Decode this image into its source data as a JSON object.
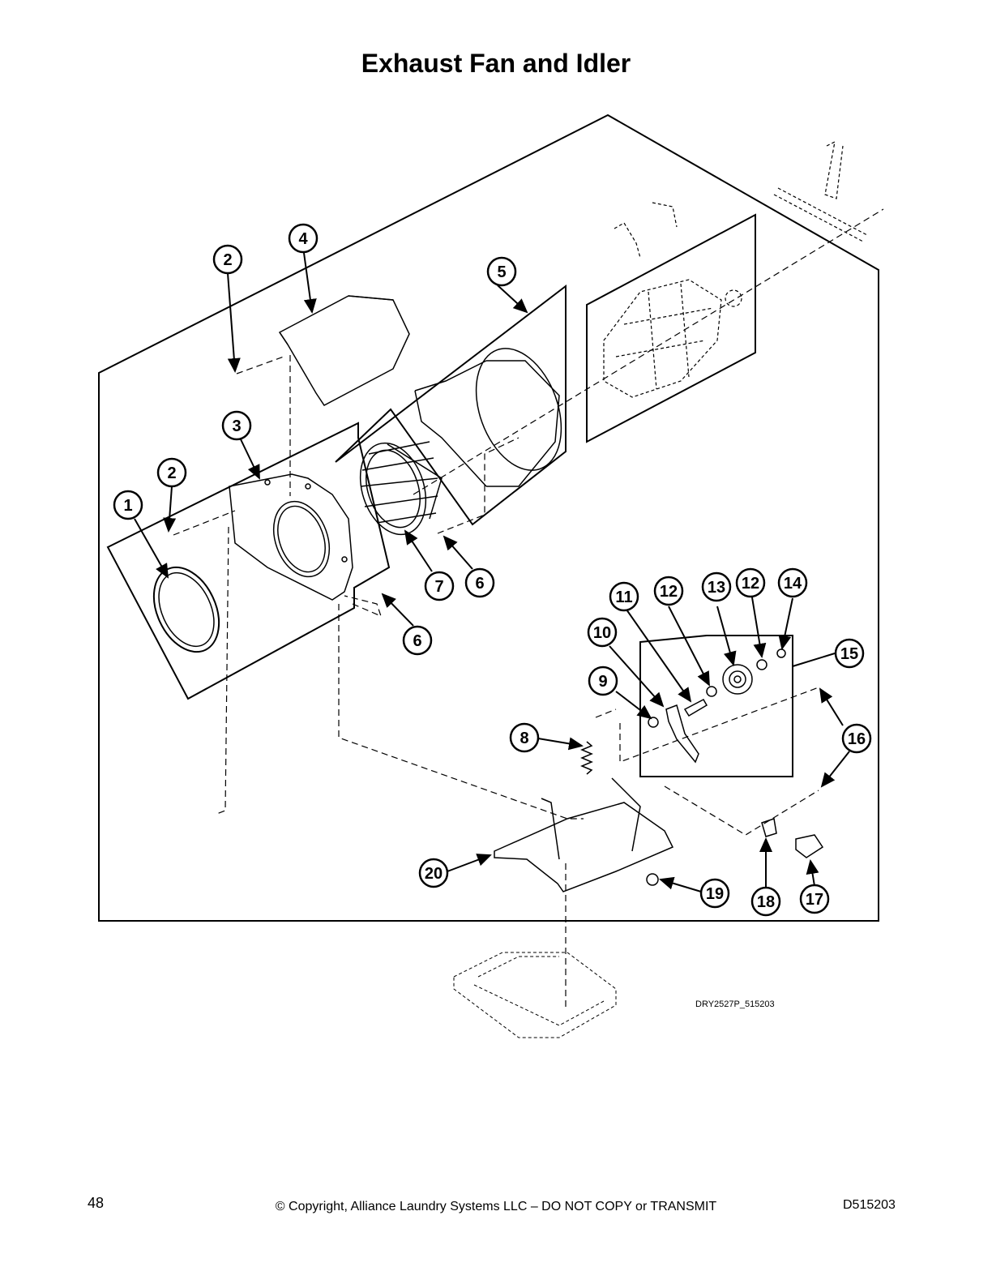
{
  "title": "Exhaust Fan and Idler",
  "drawing_id": "DRY2527P_515203",
  "footer": {
    "page_number": "48",
    "copyright": "© Copyright, Alliance Laundry Systems LLC – DO NOT COPY or TRANSMIT",
    "document_number": "D515203"
  },
  "callouts": [
    "1",
    "2",
    "2",
    "3",
    "4",
    "5",
    "6",
    "6",
    "7",
    "8",
    "9",
    "10",
    "11",
    "12",
    "12",
    "13",
    "14",
    "15",
    "16",
    "17",
    "18",
    "19",
    "20"
  ]
}
